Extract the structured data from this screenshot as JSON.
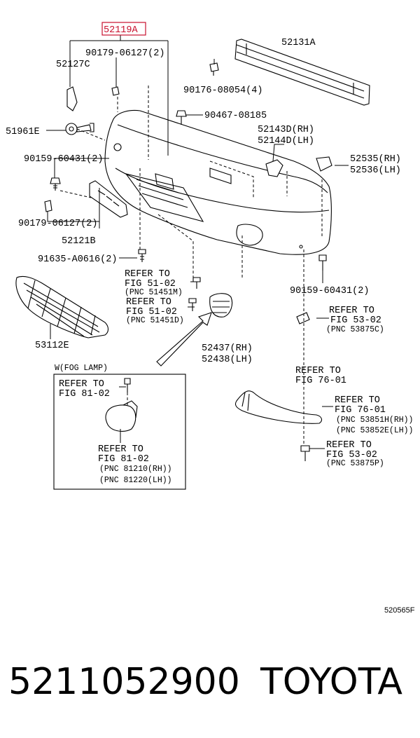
{
  "callouts": {
    "p52119A": "52119A",
    "p90179_top": "90179-06127(2)",
    "p52127C": "52127C",
    "p52131A": "52131A",
    "p90176": "90176-08054(4)",
    "p90467": "90467-08185",
    "p51961E": "51961E",
    "p52143D": "52143D(RH)",
    "p52144D": "52144D(LH)",
    "p90159_left": "90159-60431(2)",
    "p52535": "52535(RH)",
    "p52536": "52536(LH)",
    "p90179_bottom": "90179-06127(2)",
    "p52121B": "52121B",
    "p91635": "91635-A0616(2)",
    "p90159_right": "90159-60431(2)",
    "p53112E": "53112E",
    "p52437": "52437(RH)",
    "p52438": "52438(LH)"
  },
  "refs": {
    "r1_line1": "REFER TO",
    "r1_line2": "FIG 51-02",
    "r1_line3": "(PNC 51451M)",
    "r2_line1": "REFER TO",
    "r2_line2": "FIG 51-02",
    "r2_line3": "(PNC 51451D)",
    "r3_line1": "REFER TO",
    "r3_line2": "FIG 53-02",
    "r3_line3": "(PNC 53875C)",
    "r4_line1": "REFER TO",
    "r4_line2": "FIG 76-01",
    "r5_line1": "REFER TO",
    "r5_line2": "FIG 76-01",
    "r5_line3": "(PNC 53851H(RH))",
    "r5_line4": "(PNC 53852E(LH))",
    "r6_line1": "REFER TO",
    "r6_line2": "FIG 53-02",
    "r6_line3": "(PNC 53875P)"
  },
  "inset": {
    "title": "W(FOG LAMP)",
    "ref1_line1": "REFER TO",
    "ref1_line2": "FIG 81-02",
    "ref2_line1": "REFER TO",
    "ref2_line2": "FIG 81-02",
    "ref2_line3": "(PNC 81210(RH))",
    "ref2_line4": "(PNC 81220(LH))"
  },
  "figure_id": "520565F",
  "footer": {
    "part_number": "5211052900",
    "brand": "TOYOTA"
  },
  "colors": {
    "highlight": "#c8102e",
    "ink": "#000000"
  }
}
